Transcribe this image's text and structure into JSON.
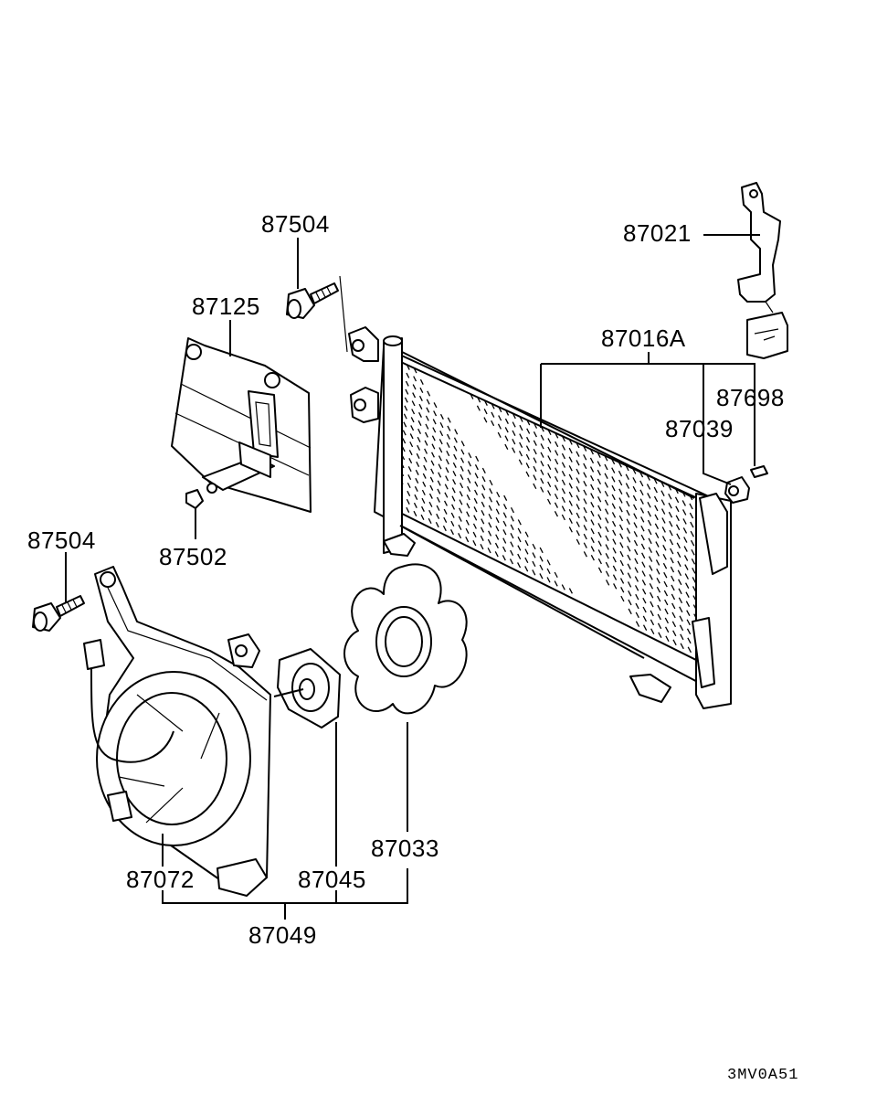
{
  "diagram": {
    "labels": {
      "bolt_upper": "87504",
      "bracket_upper": "87021",
      "air_guide": "87125",
      "condenser": "87016A",
      "insulator_a": "87698",
      "insulator_b": "87039",
      "clip": "87502",
      "bolt_lower": "87504",
      "shroud": "87072",
      "motor": "87045",
      "fan": "87033",
      "fan_assy": "87049"
    },
    "code": "3MV0A51"
  }
}
